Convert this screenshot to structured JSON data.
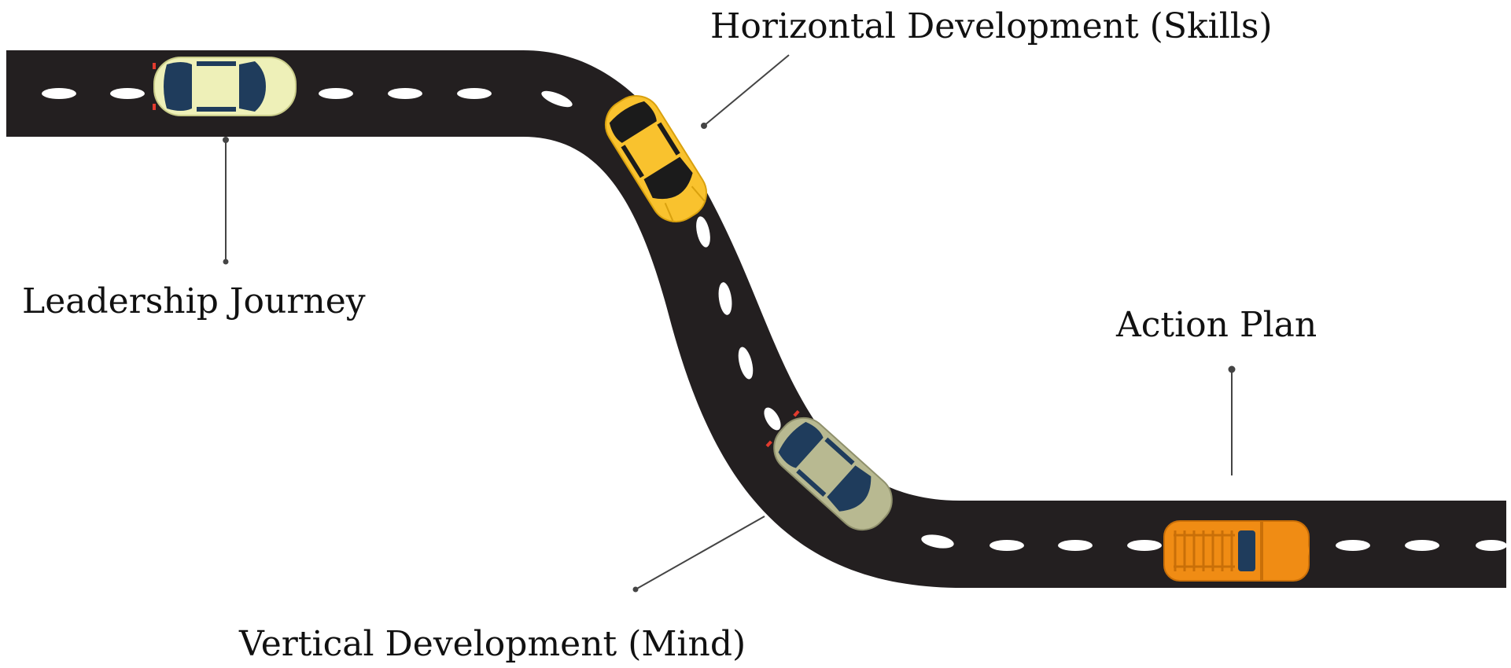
{
  "labels": {
    "horizontal_development": "Horizontal Development (Skills)",
    "leadership_journey": "Leadership Journey",
    "action_plan": "Action Plan",
    "vertical_development": "Vertical Development (Mind)"
  },
  "colors": {
    "road": "#231f20",
    "lane_marking": "#ffffff",
    "leader_line": "#444444",
    "car_cream": "#eef0b8",
    "car_yellow": "#f9c22e",
    "car_sage": "#b8b991",
    "car_orange": "#f08c14",
    "window_blue": "#1f3c5c"
  },
  "icons": {
    "car_top_left": "sedan-car-icon",
    "car_curve_top": "sports-car-icon",
    "car_curve_bottom": "sedan-car-icon",
    "car_bottom_right": "suv-car-icon"
  }
}
